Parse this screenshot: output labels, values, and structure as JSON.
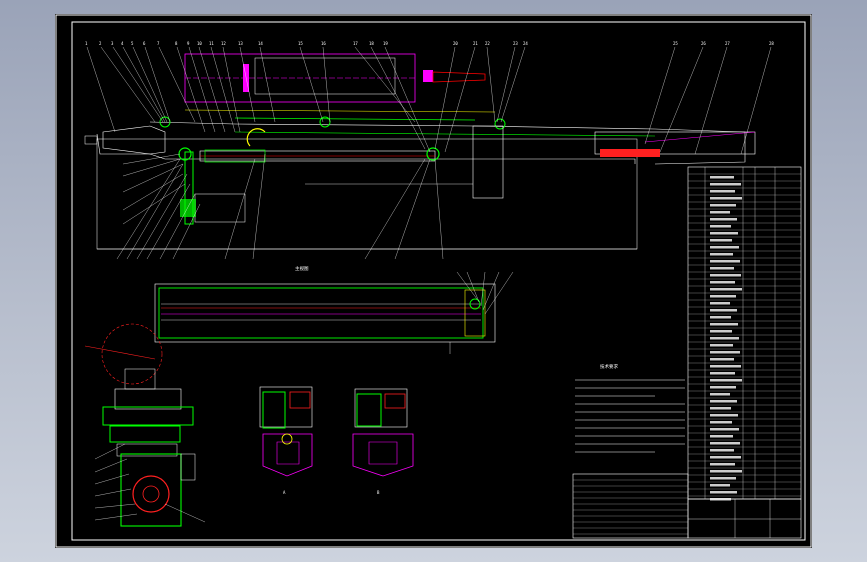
{
  "drawing": {
    "watermark": "",
    "views": {
      "section_a": "A",
      "section_b": "B"
    },
    "tech_notes_title": "技术要求"
  },
  "colors": {
    "background_outer": "#b7becd",
    "sheet": "#000000",
    "frame": "#ffffff",
    "green": "#00ff00",
    "magenta": "#ff00ff",
    "red": "#ff2020",
    "yellow": "#ffff00",
    "cyan": "#00ffff"
  }
}
